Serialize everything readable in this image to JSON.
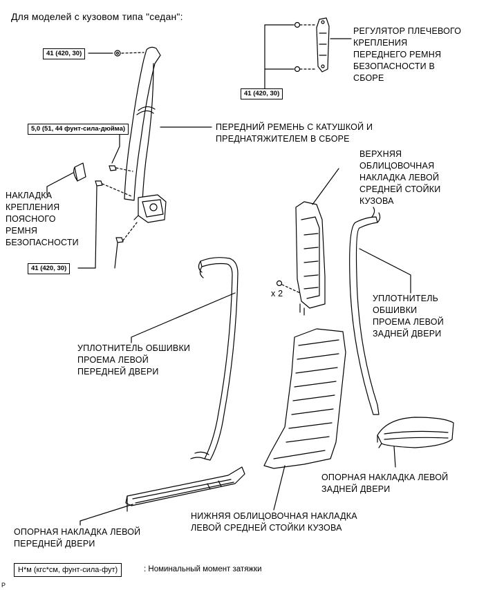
{
  "title": "Для моделей с кузовом типа \"седан\":",
  "torque_specs": {
    "upper_anchor": "41 (420, 30)",
    "shoulder_adjuster": "41 (420, 30)",
    "guide_bolt": "5,0 (51, 44 фунт-сила-дюйма)",
    "lower_anchor": "41 (420, 30)"
  },
  "labels": {
    "shoulder_adjuster": "РЕГУЛЯТОР ПЛЕЧЕВОГО\nКРЕПЛЕНИЯ\nПЕРЕДНЕГО РЕМНЯ\nБЕЗОПАСНОСТИ В\nСБОРЕ",
    "front_seat_belt": "ПЕРЕДНИЙ РЕМЕНЬ С КАТУШКОЙ И\nПРЕДНАТЯЖИТЕЛЕМ В СБОРЕ",
    "upper_pillar_garnish": "ВЕРХНЯЯ\nОБЛИЦОВОЧНАЯ\nНАКЛАДКА ЛЕВОЙ\nСРЕДНЕЙ СТОЙКИ\nКУЗОВА",
    "lap_belt_cover": "НАКЛАДКА\nКРЕПЛЕНИЯ\nПОЯСНОГО\nРЕМНЯ\nБЕЗОПАСНОСТИ",
    "rear_door_weatherstrip": "УПЛОТНИТЕЛЬ\nОБШИВКИ\nПРОЕМА ЛЕВОЙ\nЗАДНЕЙ ДВЕРИ",
    "front_door_weatherstrip": "УПЛОТНИТЕЛЬ ОБШИВКИ\nПРОЕМА ЛЕВОЙ\nПЕРЕДНЕЙ ДВЕРИ",
    "rear_scuff_plate": "ОПОРНАЯ НАКЛАДКА ЛЕВОЙ\nЗАДНЕЙ ДВЕРИ",
    "lower_pillar_garnish": "НИЖНЯЯ ОБЛИЦОВОЧНАЯ НАКЛАДКА\nЛЕВОЙ СРЕДНЕЙ СТОЙКИ КУЗОВА",
    "front_scuff_plate": "ОПОРНАЯ НАКЛАДКА ЛЕВОЙ\nПЕРЕДНЕЙ ДВЕРИ"
  },
  "quantity_mark": "x 2",
  "legend": {
    "unit_box": "Н*м (кгс*см, фунт-сила-фут)",
    "description": ": Номинальный момент затяжки"
  },
  "corner_code": "P"
}
